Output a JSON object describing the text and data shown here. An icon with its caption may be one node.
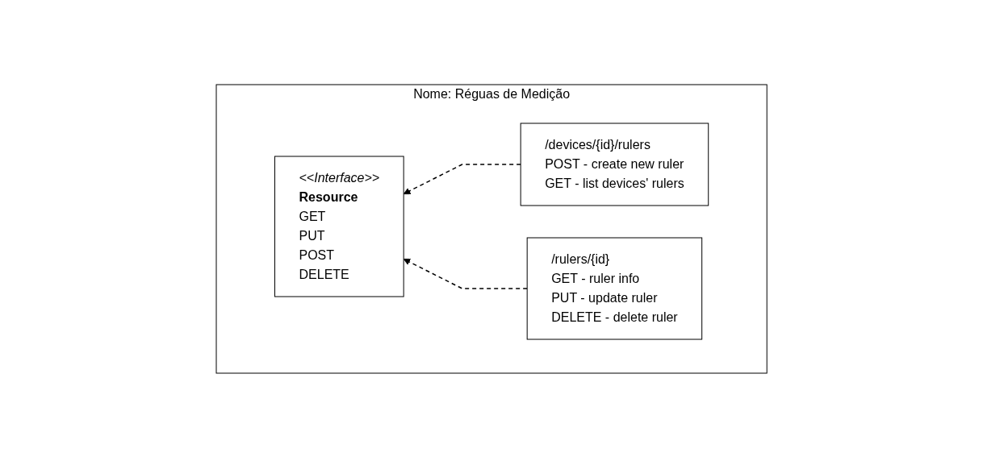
{
  "diagram": {
    "nodes": [
      {
        "text": [
          "Nome: Réguas de Medição"
        ]
      },
      {
        "text": [
          "<<Interface>>",
          "Resource",
          "GET",
          "PUT",
          "POST",
          "DELETE"
        ],
        "in": 0
      },
      {
        "text": [
          "/devices/{id}/rulers",
          "POST - create new ruler",
          "GET - list devices' rulers"
        ],
        "in": 0
      },
      {
        "text": [
          "/rulers/{id}",
          "GET - ruler info",
          "PUT - update ruler",
          "DELETE - delete ruler"
        ],
        "in": 0
      }
    ],
    "edges": [
      {
        "from": 2,
        "to": 1,
        "arrow": "to",
        "style": "dashed"
      },
      {
        "from": 3,
        "to": 1,
        "arrow": "to",
        "style": "dashed"
      }
    ]
  }
}
